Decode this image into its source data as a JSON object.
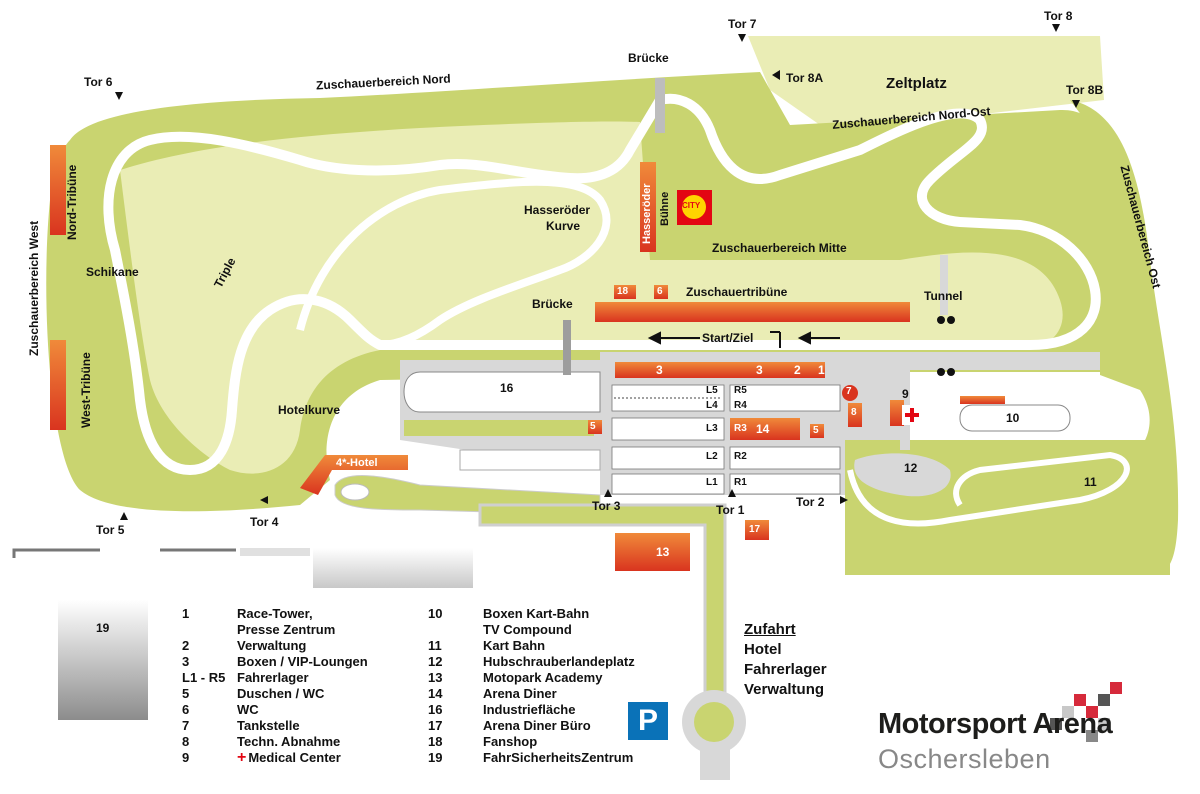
{
  "gates": {
    "tor6": "Tor 6",
    "tor7": "Tor 7",
    "tor8": "Tor 8",
    "tor8a": "Tor 8A",
    "tor8b": "Tor 8B",
    "tor5": "Tor 5",
    "tor4": "Tor 4",
    "tor3": "Tor 3",
    "tor1": "Tor 1",
    "tor2": "Tor 2"
  },
  "areas": {
    "nord": "Zuschauerbereich Nord",
    "nordost": "Zuschauerbereich Nord-Ost",
    "ost": "Zuschauerbereich Ost",
    "west": "Zuschauerbereich West",
    "mitte": "Zuschauerbereich Mitte",
    "zeltplatz": "Zeltplatz",
    "bruecke_top": "Brücke",
    "bruecke_mid": "Brücke",
    "hasseroeder_kurve_1": "Hasseröder",
    "hasseroeder_kurve_2": "Kurve",
    "hasseroeder_sign": "Hasseröder",
    "buehne": "Bühne",
    "zuschauertribuene": "Zuschauertribüne",
    "tunnel": "Tunnel",
    "start_ziel": "Start/Ziel",
    "schikane": "Schikane",
    "triple": "Triple",
    "hotelkurve": "Hotelkurve",
    "hotel": "4*-Hotel",
    "nord_tribuene": "Nord-Tribüne",
    "west_tribuene": "West-Tribüne",
    "city_logo": "CITY"
  },
  "numbers": {
    "n16": "16",
    "n18": "18",
    "n6": "6",
    "n3a": "3",
    "n3b": "3",
    "n2": "2",
    "n1": "1",
    "n7": "7",
    "n8": "8",
    "n9": "9",
    "n10": "10",
    "n11": "11",
    "n12": "12",
    "n13": "13",
    "n14": "14",
    "n17": "17",
    "n19": "19",
    "n5a": "5",
    "n5b": "5",
    "l5": "L5",
    "l4": "L4",
    "l3": "L3",
    "l2": "L2",
    "l1": "L1",
    "r5": "R5",
    "r4": "R4",
    "r3": "R3",
    "r2": "R2",
    "r1": "R1"
  },
  "legend_left": [
    {
      "num": "1",
      "text": "Race-Tower,"
    },
    {
      "num": "",
      "text": "Presse Zentrum"
    },
    {
      "num": "2",
      "text": "Verwaltung"
    },
    {
      "num": "3",
      "text": "Boxen / VIP-Loungen"
    },
    {
      "num": "L1 - R5",
      "text": "Fahrerlager"
    },
    {
      "num": "5",
      "text": "Duschen / WC"
    },
    {
      "num": "6",
      "text": "WC"
    },
    {
      "num": "7",
      "text": "Tankstelle"
    },
    {
      "num": "8",
      "text": "Techn. Abnahme"
    },
    {
      "num": "9",
      "text": "Medical Center"
    }
  ],
  "legend_right": [
    {
      "num": "10",
      "text": "Boxen Kart-Bahn"
    },
    {
      "num": "",
      "text": "TV Compound"
    },
    {
      "num": "11",
      "text": "Kart Bahn"
    },
    {
      "num": "12",
      "text": "Hubschrauberlandeplatz"
    },
    {
      "num": "13",
      "text": "Motopark Academy"
    },
    {
      "num": "14",
      "text": "Arena Diner"
    },
    {
      "num": "16",
      "text": "Industriefläche"
    },
    {
      "num": "17",
      "text": "Arena Diner Büro"
    },
    {
      "num": "18",
      "text": "Fanshop"
    },
    {
      "num": "19",
      "text": "FahrSicherheitsZentrum"
    }
  ],
  "medical_cross": "+",
  "access": {
    "heading": "Zufahrt",
    "l1": "Hotel",
    "l2": "Fahrerlager",
    "l3": "Verwaltung"
  },
  "parking": "P",
  "brand": {
    "line1": "Motorsport Arena",
    "line2": "Oschersleben"
  },
  "colors": {
    "grass_dark": "#c9d470",
    "grass_light": "#eaedb5",
    "track": "#ffffff",
    "building": "#e2542a",
    "tarmac": "#d8d8d8"
  }
}
